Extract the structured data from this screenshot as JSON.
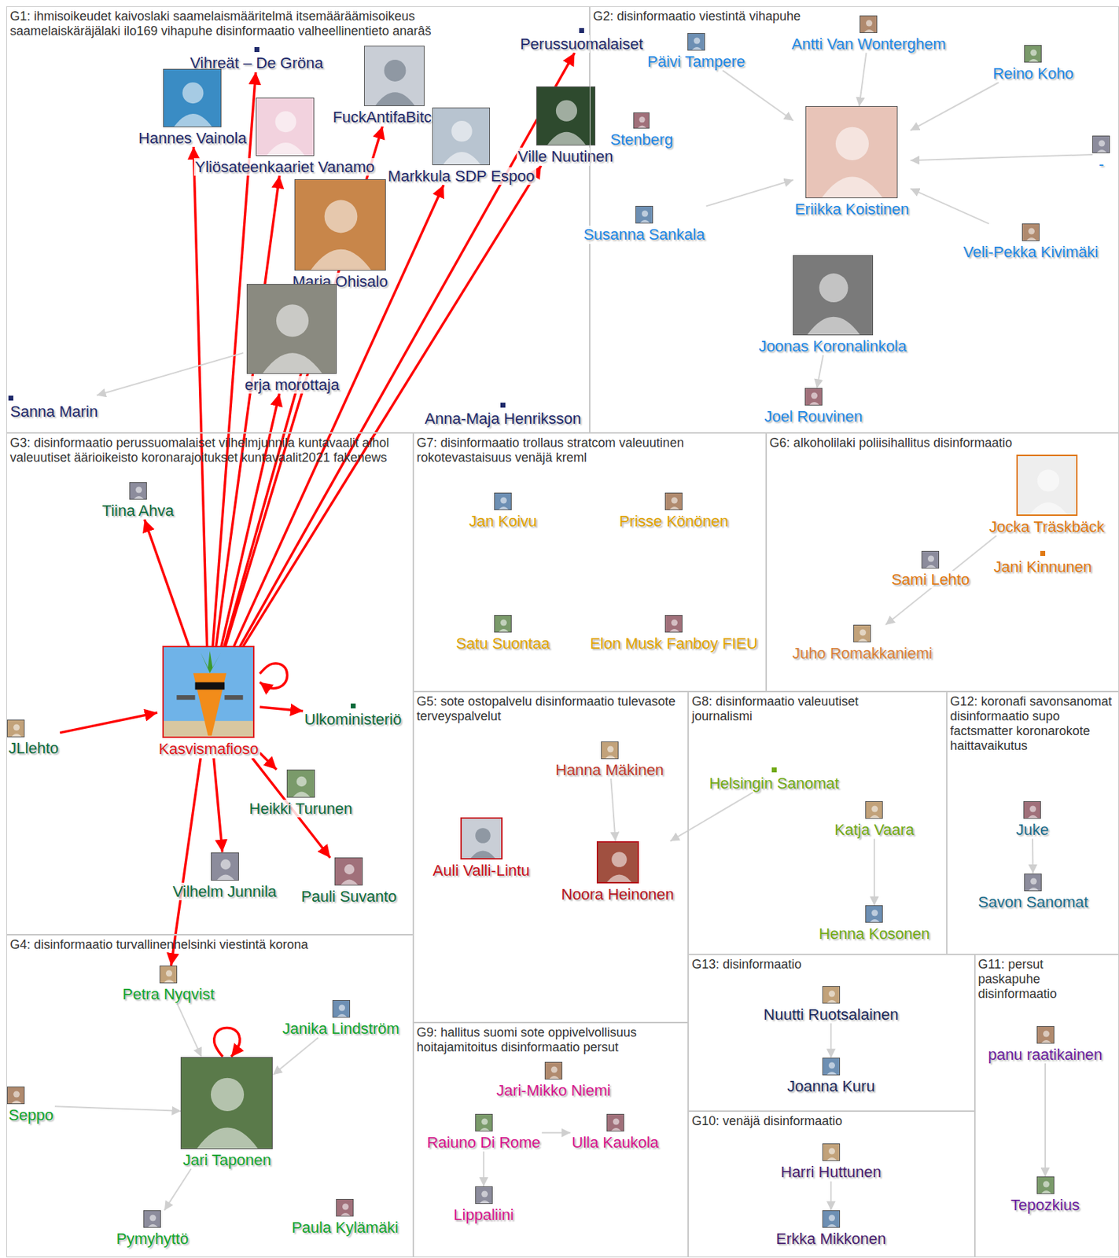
{
  "diagram": {
    "nodes": [
      {
        "text": [
          "G1: ihmisoikeudet kaivoslaki saamelaismääritelmä itsemääräämisoikeus saamelaiskäräjälaki ilo169 vihapuhe disinformaatio valheellinentieto anarâš"
        ]
      },
      {
        "text": [
          "G2: disinformaatio viestintä vihapuhe"
        ]
      },
      {
        "text": [
          "G3: disinformaatio perussuomalaiset vilhelmjunnila kuntavaalit alhol valeuutiset äärioikeisto koronarajoitukset kuntavaalit2021 fakenews"
        ]
      },
      {
        "text": [
          "G4: disinformaatio turvallinenhelsinki viestintä korona"
        ]
      },
      {
        "text": [
          "G5: sote ostopalvelu disinformaatio tulevasote terveyspalvelut"
        ]
      },
      {
        "text": [
          "G6: alkoholilaki poliisihallitus disinformaatio"
        ]
      },
      {
        "text": [
          "G7: disinformaatio trollaus stratcom valeuutinen rokotevastaisuus venäjä kreml"
        ]
      },
      {
        "text": [
          "G8: disinformaatio valeuutiset journalismi"
        ]
      },
      {
        "text": [
          "G9: hallitus suomi sote oppivelvollisuus hoitajamitoitus disinformaatio persut"
        ]
      },
      {
        "text": [
          "G10: venäjä disinformaatio"
        ]
      },
      {
        "text": [
          "G11: persut paskapuhe disinformaatio"
        ]
      },
      {
        "text": [
          "G12: koronafi savonsanomat disinformaatio supo factsmatter koronarokote haittavaikutus"
        ]
      },
      {
        "text": [
          "G13: disinformaatio"
        ]
      },
      {
        "text": [
          "Vihreät – De Gröna"
        ],
        "in": 0
      },
      {
        "text": [
          "Perussuomalaiset"
        ],
        "in": 0
      },
      {
        "text": [
          "Hannes Vainola"
        ],
        "in": 0
      },
      {
        "text": [
          "FuckAntifaBitches"
        ],
        "in": 0
      },
      {
        "text": [
          "Yliösateenkaariet Vanamo"
        ],
        "in": 0
      },
      {
        "text": [
          "Markkula SDP Espoo"
        ],
        "in": 0
      },
      {
        "text": [
          "Ville Nuutinen"
        ],
        "in": 0
      },
      {
        "text": [
          "Maria Ohisalo"
        ],
        "in": 0
      },
      {
        "text": [
          "erja morottaja"
        ],
        "in": 0
      },
      {
        "text": [
          "Sanna Marin"
        ],
        "in": 0
      },
      {
        "text": [
          "Anna-Maja Henriksson"
        ],
        "in": 0
      },
      {
        "text": [
          "Päivi Tampere"
        ],
        "in": 1
      },
      {
        "text": [
          "Antti Van Wonterghem"
        ],
        "in": 1
      },
      {
        "text": [
          "Reino Koho"
        ],
        "in": 1
      },
      {
        "text": [
          "Stenberg"
        ],
        "in": 1
      },
      {
        "text": [
          "-"
        ],
        "in": 1
      },
      {
        "text": [
          "Eriikka Koistinen"
        ],
        "in": 1
      },
      {
        "text": [
          "Susanna Sankala"
        ],
        "in": 1
      },
      {
        "text": [
          "Veli-Pekka Kivimäki"
        ],
        "in": 1
      },
      {
        "text": [
          "Joonas Koronalinkola"
        ],
        "in": 1
      },
      {
        "text": [
          "Joel Rouvinen"
        ],
        "in": 1
      },
      {
        "text": [
          "Tiina Ahva"
        ],
        "in": 2
      },
      {
        "text": [
          "JLlehto"
        ],
        "in": 2
      },
      {
        "text": [
          "Kasvismafioso"
        ],
        "in": 2
      },
      {
        "text": [
          "Ulkoministeriö"
        ],
        "in": 2
      },
      {
        "text": [
          "Heikki Turunen"
        ],
        "in": 2
      },
      {
        "text": [
          "Pauli Suvanto"
        ],
        "in": 2
      },
      {
        "text": [
          "Vilhelm Junnila"
        ],
        "in": 2
      },
      {
        "text": [
          "Petra Nyqvist"
        ],
        "in": 3
      },
      {
        "text": [
          "Janika Lindström"
        ],
        "in": 3
      },
      {
        "text": [
          "Seppo"
        ],
        "in": 3
      },
      {
        "text": [
          "Jari Taponen"
        ],
        "in": 3
      },
      {
        "text": [
          "Paula Kylämäki"
        ],
        "in": 3
      },
      {
        "text": [
          "Pymyhyttö"
        ],
        "in": 3
      },
      {
        "text": [
          "Hanna Mäkinen"
        ],
        "in": 4
      },
      {
        "text": [
          "Auli Valli-Lintu"
        ],
        "in": 4
      },
      {
        "text": [
          "Noora Heinonen"
        ],
        "in": 4
      },
      {
        "text": [
          "Jocka Träskbäck"
        ],
        "in": 5
      },
      {
        "text": [
          "Jani Kinnunen"
        ],
        "in": 5
      },
      {
        "text": [
          "Sami Lehto"
        ],
        "in": 5
      },
      {
        "text": [
          "Juho Romakkaniemi"
        ],
        "in": 5
      },
      {
        "text": [
          "Jan Koivu"
        ],
        "in": 6
      },
      {
        "text": [
          "Prisse Könönen"
        ],
        "in": 6
      },
      {
        "text": [
          "Satu Suontaa"
        ],
        "in": 6
      },
      {
        "text": [
          "Elon Musk Fanboy FIEU"
        ],
        "in": 6
      },
      {
        "text": [
          "Helsingin Sanomat"
        ],
        "in": 7
      },
      {
        "text": [
          "Katja Vaara"
        ],
        "in": 7
      },
      {
        "text": [
          "Henna Kosonen"
        ],
        "in": 7
      },
      {
        "text": [
          "Jari-Mikko Niemi"
        ],
        "in": 8
      },
      {
        "text": [
          "Raiuno Di Rome"
        ],
        "in": 8
      },
      {
        "text": [
          "Ulla Kaukola"
        ],
        "in": 8
      },
      {
        "text": [
          "Lippaliini"
        ],
        "in": 8
      },
      {
        "text": [
          "Harri Huttunen"
        ],
        "in": 9
      },
      {
        "text": [
          "Erkka Mikkonen"
        ],
        "in": 9
      },
      {
        "text": [
          "panu raatikainen"
        ],
        "in": 10
      },
      {
        "text": [
          "Tepozkius"
        ],
        "in": 10
      },
      {
        "text": [
          "Juke"
        ],
        "in": 11
      },
      {
        "text": [
          "Savon Sanomat"
        ],
        "in": 11
      },
      {
        "text": [
          "Nuutti Ruotsalainen"
        ],
        "in": 12
      },
      {
        "text": [
          "Joanna Kuru"
        ],
        "in": 12
      }
    ],
    "edges": [
      {
        "from": 35,
        "to": 36,
        "arrow": "to"
      },
      {
        "from": 36,
        "to": 13,
        "arrow": "to"
      },
      {
        "from": 36,
        "to": 14,
        "arrow": "to"
      },
      {
        "from": 36,
        "to": 15,
        "arrow": "to"
      },
      {
        "from": 36,
        "to": 16,
        "arrow": "to"
      },
      {
        "from": 36,
        "to": 17,
        "arrow": "to"
      },
      {
        "from": 36,
        "to": 18,
        "arrow": "to"
      },
      {
        "from": 36,
        "to": 19,
        "arrow": "to"
      },
      {
        "from": 36,
        "to": 20,
        "arrow": "to"
      },
      {
        "from": 36,
        "to": 21,
        "arrow": "to"
      },
      {
        "from": 36,
        "to": 34,
        "arrow": "to"
      },
      {
        "from": 36,
        "to": 37,
        "arrow": "to"
      },
      {
        "from": 36,
        "to": 38,
        "arrow": "to"
      },
      {
        "from": 36,
        "to": 39,
        "arrow": "to"
      },
      {
        "from": 36,
        "to": 40,
        "arrow": "to"
      },
      {
        "from": 36,
        "to": 41,
        "arrow": "to"
      },
      {
        "from": 36,
        "to": 36,
        "arrow": "to"
      },
      {
        "from": 21,
        "to": 22,
        "arrow": "to"
      },
      {
        "from": 24,
        "to": 29,
        "arrow": "to"
      },
      {
        "from": 25,
        "to": 29,
        "arrow": "to"
      },
      {
        "from": 26,
        "to": 29,
        "arrow": "to"
      },
      {
        "from": 28,
        "to": 29,
        "arrow": "to"
      },
      {
        "from": 30,
        "to": 29,
        "arrow": "to"
      },
      {
        "from": 31,
        "to": 29,
        "arrow": "to"
      },
      {
        "from": 32,
        "to": 33,
        "arrow": "to"
      },
      {
        "from": 50,
        "to": 53,
        "arrow": "to"
      },
      {
        "from": 41,
        "to": 44,
        "arrow": "to"
      },
      {
        "from": 42,
        "to": 44,
        "arrow": "to"
      },
      {
        "from": 43,
        "to": 44,
        "arrow": "to"
      },
      {
        "from": 44,
        "to": 44,
        "arrow": "to"
      },
      {
        "from": 44,
        "to": 46,
        "arrow": "to"
      },
      {
        "from": 47,
        "to": 49,
        "arrow": "to"
      },
      {
        "from": 58,
        "to": 49,
        "arrow": "to"
      },
      {
        "from": 59,
        "to": 60,
        "arrow": "to"
      },
      {
        "from": 62,
        "to": 63,
        "arrow": "to"
      },
      {
        "from": 62,
        "to": 64,
        "arrow": "to"
      },
      {
        "from": 65,
        "to": 66,
        "arrow": "to"
      },
      {
        "from": 67,
        "to": 68,
        "arrow": "to"
      },
      {
        "from": 69,
        "to": 70,
        "arrow": "to"
      },
      {
        "from": 71,
        "to": 72,
        "arrow": "to"
      }
    ]
  }
}
